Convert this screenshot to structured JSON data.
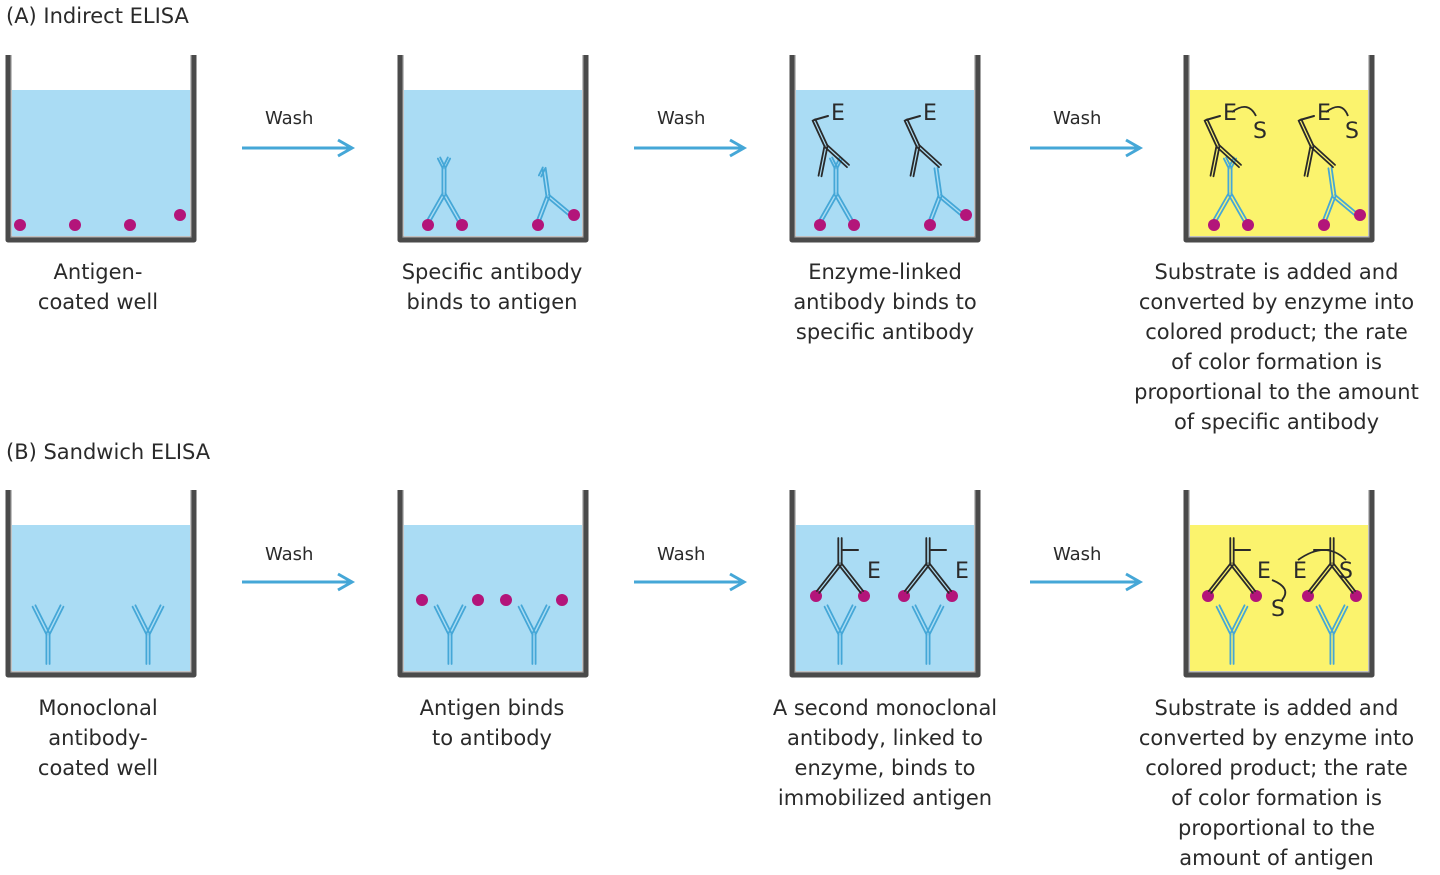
{
  "panel_a": {
    "title": "(A)  Indirect ELISA",
    "wash_label": "Wash",
    "captions": [
      [
        "Antigen-",
        "coated well"
      ],
      [
        "Specific antibody",
        "binds to antigen"
      ],
      [
        "Enzyme-linked",
        "antibody binds to",
        "specific antibody"
      ],
      [
        "Substrate is added and",
        "converted by enzyme into",
        "colored product; the rate",
        "of color formation is",
        "proportional to the amount",
        "of specific antibody"
      ]
    ]
  },
  "panel_b": {
    "title": "(B)  Sandwich ELISA",
    "wash_label": "Wash",
    "captions": [
      [
        "Monoclonal",
        "antibody-",
        "coated well"
      ],
      [
        "Antigen binds",
        "to antibody"
      ],
      [
        "A second monoclonal",
        "antibody, linked to",
        "enzyme, binds to",
        "immobilized antigen"
      ],
      [
        "Substrate is added and",
        "converted by enzyme into",
        "colored product; the rate",
        "of color formation is",
        "proportional to the",
        "amount of antigen"
      ]
    ]
  },
  "labels": {
    "enzyme": "E",
    "substrate": "S"
  },
  "colors": {
    "liquid": "#aadcf4",
    "product": "#fbf36d",
    "antibody": "#45a7d7",
    "antigen": "#b3157a",
    "arrow": "#45a7d7",
    "well_wall": "#4a4a4a"
  }
}
